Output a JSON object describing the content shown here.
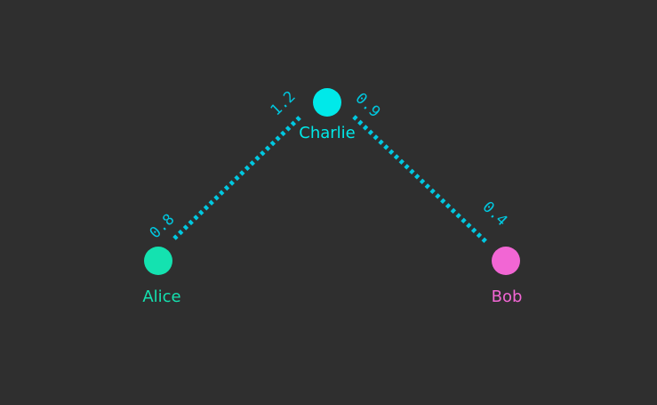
{
  "nodes": [
    {
      "id": "alice",
      "label": "Alice",
      "color": "#14e2b0"
    },
    {
      "id": "charlie",
      "label": "Charlie",
      "color": "#00e9e9"
    },
    {
      "id": "bob",
      "label": "Bob",
      "color": "#f266d4"
    }
  ],
  "edges": [
    {
      "id": "alice-charlie",
      "source": "alice",
      "target": "charlie",
      "source_weight": "0.8",
      "target_weight": "1.2",
      "color": "#00c8e0"
    },
    {
      "id": "charlie-bob",
      "source": "charlie",
      "target": "bob",
      "source_weight": "0.9",
      "target_weight": "0.4",
      "color": "#00c8e0"
    }
  ]
}
